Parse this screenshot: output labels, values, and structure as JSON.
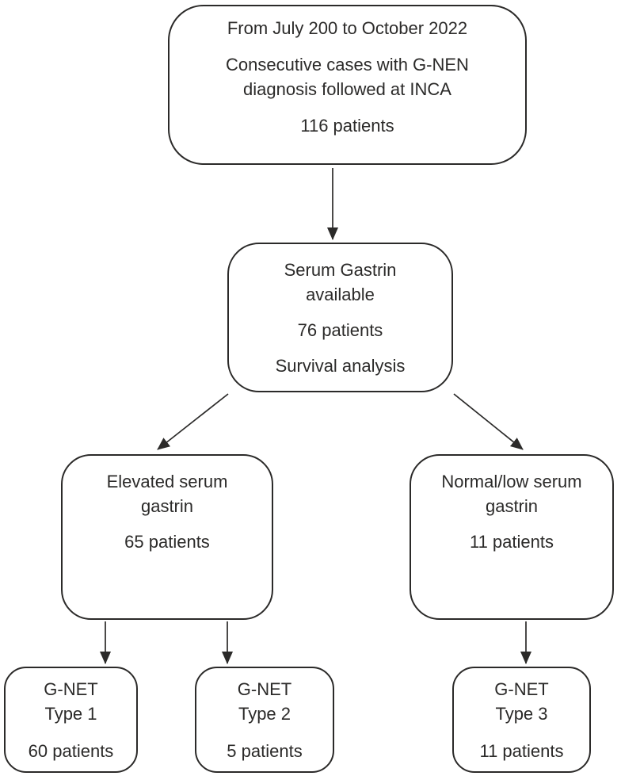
{
  "figure": {
    "type": "flowchart",
    "nodes": {
      "recruitment": {
        "period": "From July 200 to October 2022",
        "description": "Consecutive cases with G-NEN\ndiagnosis followed at INCA",
        "count": "116 patients"
      },
      "serum_gastrin": {
        "title": "Serum Gastrin\navailable",
        "count": "76 patients",
        "note": "Survival analysis"
      },
      "elevated_gastrin": {
        "title": "Elevated serum\ngastrin",
        "count": "65 patients"
      },
      "normal_low_gastrin": {
        "title": "Normal/low serum\ngastrin",
        "count": "11 patients"
      },
      "gnet_type_1": {
        "title": "G-NET\nType 1",
        "count": "60 patients"
      },
      "gnet_type_2": {
        "title": "G-NET\nType 2",
        "count": "5 patients"
      },
      "gnet_type_3": {
        "title": "G-NET\nType 3",
        "count": "11 patients"
      }
    },
    "edges": [
      {
        "from": "recruitment",
        "to": "serum_gastrin"
      },
      {
        "from": "serum_gastrin",
        "to": "elevated_gastrin"
      },
      {
        "from": "serum_gastrin",
        "to": "normal_low_gastrin"
      },
      {
        "from": "elevated_gastrin",
        "to": "gnet_type_1"
      },
      {
        "from": "elevated_gastrin",
        "to": "gnet_type_2"
      },
      {
        "from": "normal_low_gastrin",
        "to": "gnet_type_3"
      }
    ],
    "colors": {
      "stroke": "#2b2a29",
      "text": "#2b2a29",
      "background": "#ffffff"
    }
  }
}
